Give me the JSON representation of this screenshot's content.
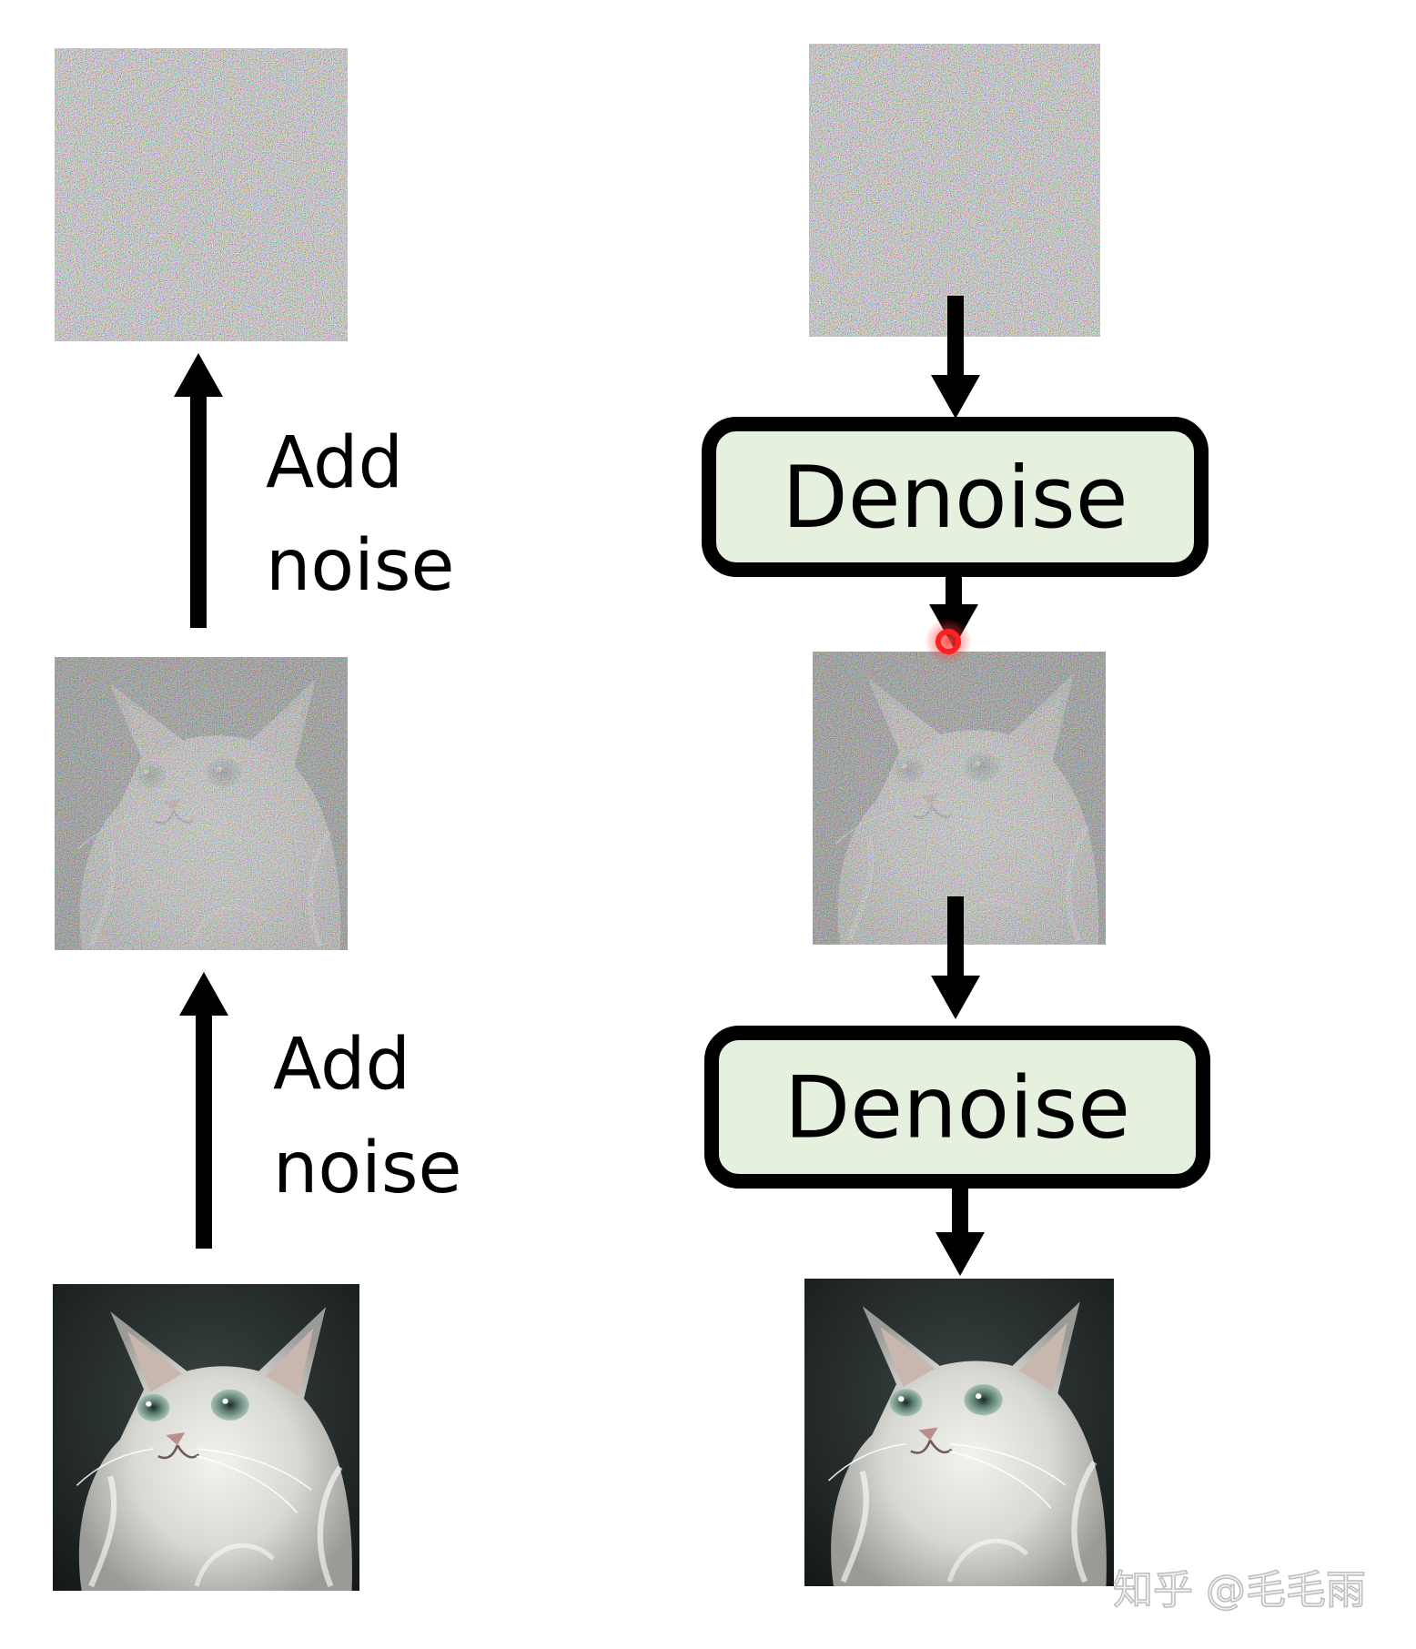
{
  "forward_process": {
    "images": [
      {
        "content": "pure noise"
      },
      {
        "content": "partially noised cat"
      },
      {
        "content": "clean cat photo"
      }
    ],
    "steps": [
      {
        "label_line1": "Add",
        "label_line2": "noise"
      },
      {
        "label_line1": "Add",
        "label_line2": "noise"
      }
    ]
  },
  "reverse_process": {
    "images": [
      {
        "content": "pure noise"
      },
      {
        "content": "partially noised cat"
      },
      {
        "content": "clean cat photo"
      }
    ],
    "steps": [
      {
        "label": "Denoise"
      },
      {
        "label": "Denoise"
      }
    ],
    "box_fill": "#e5f0df"
  },
  "pointer": {
    "color": "#ff2020"
  },
  "watermark": {
    "text": "知乎 @毛毛雨"
  }
}
